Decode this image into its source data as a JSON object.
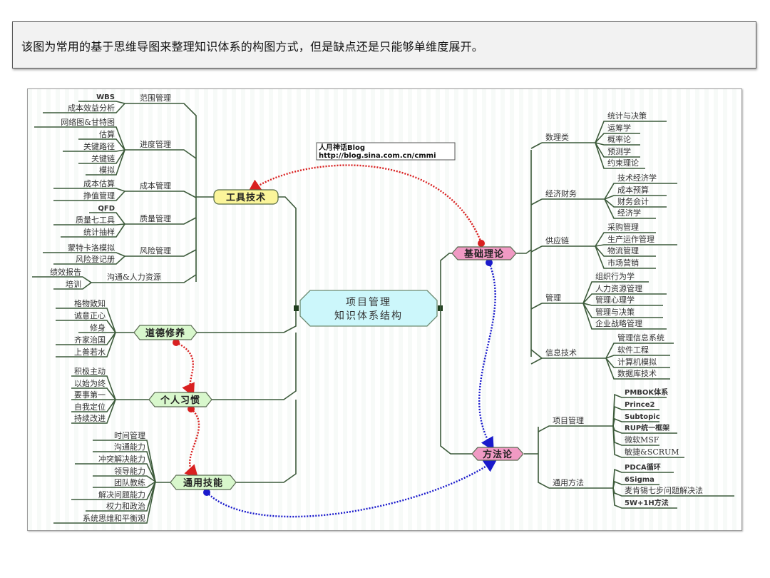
{
  "caption": "该图为常用的基于思维导图来整理知识体系的构图方式，但是缺点还是只能够单维度展开。",
  "center": {
    "line1": "项目管理",
    "line2": "知识体系结构"
  },
  "blog": {
    "line1": "人月神话Blog",
    "line2": "http://blog.sina.com.cn/cmmi"
  },
  "colors": {
    "line": "#3c5a3a",
    "center_fill": "#ccf7fb",
    "tool_fill": "#fbf59a",
    "moral_fill": "#d8f7cc",
    "theory_fill": "#f19ac4",
    "red_link": "#d92020",
    "blue_link": "#1a1acc"
  },
  "branches": {
    "tools": {
      "label": "工具技术",
      "groups": [
        {
          "label": "范围管理",
          "items": [
            "WBS",
            "成本效益分析"
          ]
        },
        {
          "label": "进度管理",
          "items": [
            "网络图&甘特图",
            "估算",
            "关键路径",
            "关键链",
            "模拟"
          ]
        },
        {
          "label": "成本管理",
          "items": [
            "成本估算",
            "挣值管理"
          ]
        },
        {
          "label": "质量管理",
          "items": [
            "QFD",
            "质量七工具",
            "统计抽样"
          ]
        },
        {
          "label": "风险管理",
          "items": [
            "蒙特卡洛模拟",
            "风险登记册"
          ]
        },
        {
          "label": "沟通&人力资源",
          "items": [
            "绩效报告",
            "培训"
          ]
        }
      ]
    },
    "morals": {
      "label": "道德修养",
      "items": [
        "格物致知",
        "诚意正心",
        "修身",
        "齐家治国",
        "上善若水"
      ]
    },
    "habits": {
      "label": "个人习惯",
      "items": [
        "积极主动",
        "以始为终",
        "要事第一",
        "自我定位",
        "持续改进"
      ]
    },
    "skills": {
      "label": "通用技能",
      "items": [
        "时间管理",
        "沟通能力",
        "冲突解决能力",
        "领导能力",
        "团队教练",
        "解决问题能力",
        "权力和政治",
        "系统思维和平衡观"
      ]
    },
    "theory": {
      "label": "基础理论",
      "groups": [
        {
          "label": "数理类",
          "items": [
            "统计与决策",
            "运筹学",
            "概率论",
            "预测学",
            "约束理论"
          ]
        },
        {
          "label": "经济财务",
          "items": [
            "技术经济学",
            "成本预算",
            "财务会计",
            "经济学"
          ]
        },
        {
          "label": "供应链",
          "items": [
            "采购管理",
            "生产运作管理",
            "物流管理",
            "市场营销"
          ]
        },
        {
          "label": "管理",
          "items": [
            "组织行为学",
            "人力资源管理",
            "管理心理学",
            "管理与决策",
            "企业战略管理"
          ]
        },
        {
          "label": "信息技术",
          "items": [
            "管理信息系统",
            "软件工程",
            "计算机模拟",
            "数据库技术"
          ]
        }
      ]
    },
    "methods": {
      "label": "方法论",
      "groups": [
        {
          "label": "项目管理",
          "items": [
            "PMBOK体系",
            "Prince2",
            "Subtopic",
            "RUP统一框架",
            "微软MSF",
            "敏捷&SCRUM"
          ]
        },
        {
          "label": "通用方法",
          "items": [
            "PDCA循环",
            "6Sigma",
            "麦肯锡七步问题解决法",
            "5W+1H方法"
          ]
        }
      ]
    }
  }
}
